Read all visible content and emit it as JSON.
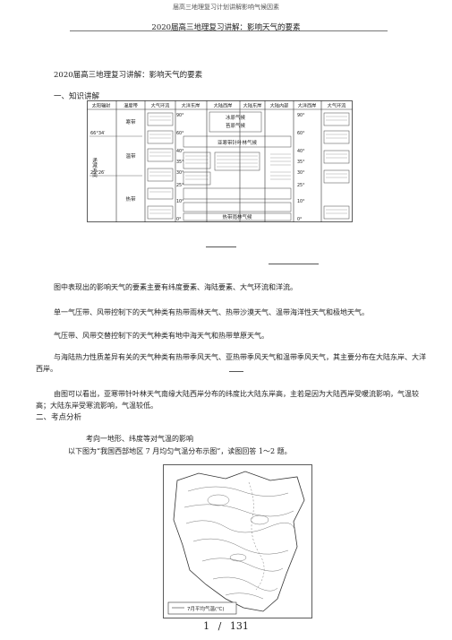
{
  "header": {
    "running_title": "届高三地理复习计划讲解影响气候因素"
  },
  "document": {
    "subtitle": "2020届高三地理复习讲解：影响天气的要素",
    "title": "2020届高三地理复习讲解：影响天气的要素",
    "section1_heading": "一、知识讲解",
    "figure": {
      "columns": [
        "太阳辐射",
        "温度带",
        "大气环流",
        "大洋东岸",
        "大陆西岸",
        "大陆东岸",
        "大陆内部",
        "大洋西岸",
        "大气环流"
      ],
      "lat_labels": [
        "66°34′",
        "23°26′"
      ],
      "axis_label": "递减方向",
      "belts": [
        "寒带",
        "温带",
        "热带"
      ],
      "degrees": [
        "90°",
        "60°",
        "40°",
        "35°",
        "30°",
        "25°",
        "10°",
        "0°"
      ],
      "climates": [
        "冰原气候",
        "苔原气候",
        "亚寒带针叶林气候",
        "热带雨林气候"
      ]
    },
    "paragraphs": [
      "图中表现出的影响天气的要素主要有纬度要素、海陆要素、大气环流和洋流。",
      "单一气压带、风带控制下的天气种类有热带雨林天气、热带沙漠天气、温带海洋性天气和极地天气。",
      "气压带、风带交替控制下的天气种类有地中海天气和热带草原天气。",
      "与海陆热力性质差异有关的天气种类有热带季风天气、亚热带季风天气和温带季风天气，其主要分布在大陆东岸、大洋西岸。",
      "由图可以看出，亚寒带针叶林天气南缘大陆西岸分布的纬度比大陆东岸高，主若是因为大陆西岸受暖流影响，气温较高；大陆东岸受寒流影响，气温较低。"
    ],
    "section2_heading": "二、考点分析",
    "exam_heading": "考向一地形、纬度等对气温的影响",
    "exam_intro": "以下图为“我国西部地区 7 月均匀气温分布示图”，读图回答 1～2 题。",
    "map_legend": "7月平均气温(℃)"
  },
  "footer": {
    "page_num": "1",
    "sep": "/",
    "total": "131"
  }
}
